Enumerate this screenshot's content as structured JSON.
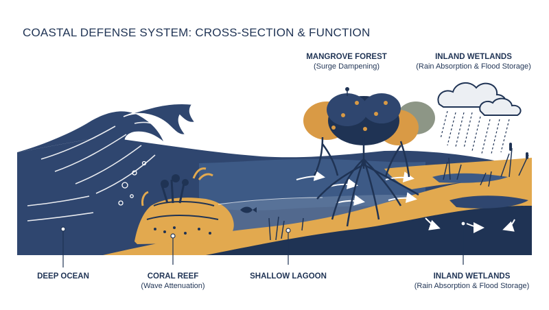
{
  "title": "COASTAL DEFENSE SYSTEM: CROSS-SECTION & FUNCTION",
  "labels": {
    "mangrove": {
      "name": "MANGROVE FOREST",
      "sub": "(Surge Dampening)"
    },
    "wetlands_top": {
      "name": "INLAND WETLANDS",
      "sub": "(Rain Absorption & Flood Storage)"
    },
    "deep_ocean": {
      "name": "DEEP OCEAN"
    },
    "coral_reef": {
      "name": "CORAL REEF",
      "sub": "(Wave Attenuation)"
    },
    "shallow_lagoon": {
      "name": "SHALLOW LAGOON"
    },
    "wetlands_bottom": {
      "name": "INLAND WETLANDS",
      "sub": "(Rain Absorption & Flood Storage)"
    }
  },
  "colors": {
    "navy": "#1f3354",
    "ocean": "#2f466f",
    "ocean_mid": "#3d5a86",
    "shallow": "#6f87a8",
    "sand": "#e2a94f",
    "sand_dark": "#c98f3b",
    "cloud": "#eceff3",
    "leaf_orange": "#d99a45",
    "leaf_grey": "#8d9686"
  },
  "icons": [
    "wave-icon",
    "coral-icon",
    "mangrove-tree-icon",
    "cloud-icon",
    "rain-icon",
    "reed-icon",
    "fish-icon",
    "flow-arrow-icon"
  ]
}
